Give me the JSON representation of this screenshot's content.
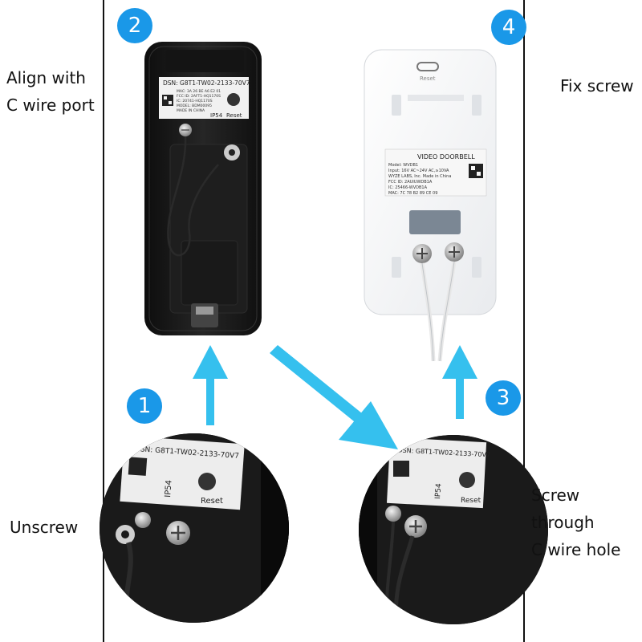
{
  "steps": [
    {
      "number": "1",
      "caption": "Unscrew"
    },
    {
      "number": "2",
      "caption_line1": "Align with",
      "caption_line2": "C wire port"
    },
    {
      "number": "3",
      "caption_line1": "Screw through",
      "caption_line2": "C wire hole"
    },
    {
      "number": "4",
      "caption": "Fix screw"
    }
  ],
  "device_back_label": {
    "dsn": "DSN: G8T1-TW02-2133-70V7",
    "mac": "MAC: 3A 26 BE A6 E2 01",
    "fcc": "FCC ID: 2AFT1-HQ1170S",
    "ic": "IC: 20741-HQ1170S",
    "model": "MODEL: BDM00095",
    "made_in": "MADE IN CHINA",
    "ip_rating": "IP54",
    "reset": "Reset"
  },
  "mount_plate": {
    "reset": "Reset",
    "title": "VIDEO DOORBELL",
    "model": "Model: WVDB1",
    "input": "Input: 16V AC~24V AC,≥10VA",
    "company": "WYZE LABS, Inc.  Made in China",
    "fcc": "FCC ID: 2AUIUWDB1A",
    "ic": "IC: 25466-WVDB1A",
    "mac": "MAC: 7C 78 B2 89 CE 09"
  },
  "zoom_label": {
    "dsn": "DSN: G8T1-TW02-2133-70V7",
    "ip_rating": "IP54",
    "reset": "Reset"
  },
  "colors": {
    "accent_blue": "#1a98e8",
    "arrow_cyan": "#35c0ee",
    "device_black": "#1b1b1b"
  }
}
